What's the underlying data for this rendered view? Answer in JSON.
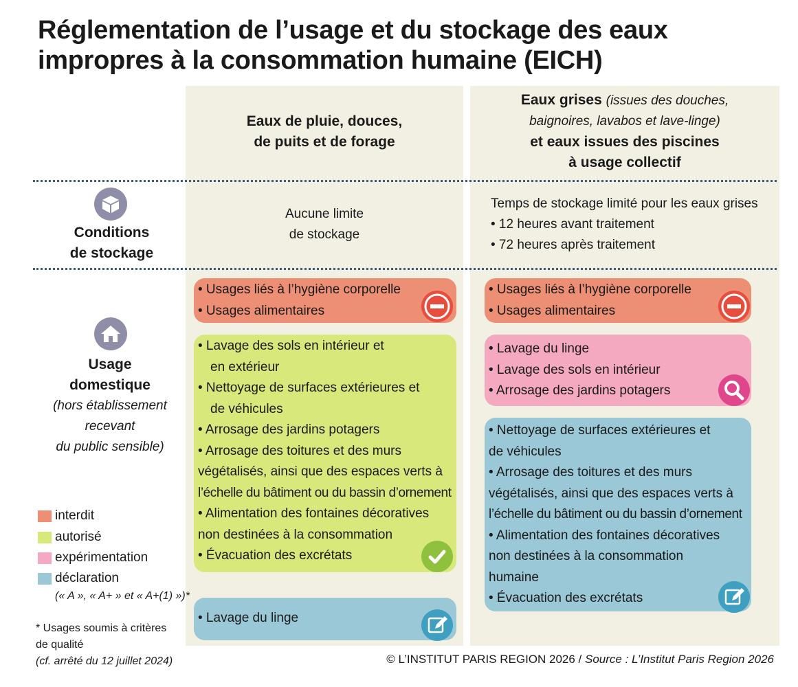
{
  "title": {
    "line1": "Réglementation de l’usage et du stockage des eaux",
    "line2": "impropres à la consommation humaine (EICH)"
  },
  "columns": {
    "col1": {
      "line1": "Eaux de pluie, douces,",
      "line2": "de puits et de forage"
    },
    "col2": {
      "bold1": "Eaux grises",
      "italic1": "(issues des douches,",
      "italic2": "baignoires, lavabos et lave-linge)",
      "bold2": "et eaux issues des piscines",
      "bold3": "à usage collectif"
    }
  },
  "rows": {
    "storage": {
      "icon": "box-icon",
      "label_line1": "Conditions",
      "label_line2": "de stockage",
      "col1_line1": "Aucune limite",
      "col1_line2": "de stockage",
      "col2_intro": "Temps de stockage limité pour les eaux grises",
      "col2_items": [
        "• 12 heures avant traitement",
        "• 72 heures après traitement"
      ]
    },
    "domestic": {
      "icon": "house-icon",
      "label_line1": "Usage",
      "label_line2": "domestique",
      "sub1": "(hors établissement",
      "sub2": "recevant",
      "sub3": "du public sensible)"
    }
  },
  "boxes": {
    "col1_red": [
      "• Usages liés à l’hygiène corporelle",
      "• Usages alimentaires"
    ],
    "col1_green": [
      "• Lavage des sols en intérieur et",
      "en extérieur",
      "• Nettoyage de surfaces extérieures et",
      "de véhicules",
      "• Arrosage des jardins potagers",
      "• Arrosage des toitures et des murs",
      "végétalisés, ainsi que des espaces verts à",
      "l’échelle du bâtiment ou du bassin d’ornement",
      "• Alimentation des fontaines décoratives",
      "non destinées à la consommation",
      "• Évacuation des excrétats"
    ],
    "col1_blue": [
      "• Lavage du linge"
    ],
    "col2_red": [
      "• Usages liés à l’hygiène corporelle",
      "• Usages alimentaires"
    ],
    "col2_pink": [
      "• Lavage du linge",
      "• Lavage des sols en intérieur",
      "• Arrosage des jardins potagers"
    ],
    "col2_blue": [
      "• Nettoyage de surfaces extérieures et",
      "de véhicules",
      "• Arrosage des toitures et des murs",
      "végétalisés, ainsi que des espaces verts à",
      "l’échelle du bâtiment ou du bassin d’ornement",
      "• Alimentation des fontaines décoratives",
      "non destinées à la consommation",
      "humaine",
      "• Évacuation des excrétats"
    ]
  },
  "legend": {
    "interdit": "interdit",
    "autorise": "autorisé",
    "experimentation": "expérimentation",
    "declaration": "déclaration",
    "declaration_sub": "(« A », « A+ » et « A+(1) »)*"
  },
  "note": {
    "line1": "* Usages soumis à critères",
    "line2": "de qualité",
    "line3": "(cf. arrêté du 12 juillet 2024)"
  },
  "credit": {
    "prefix": "© L’INSTITUT PARIS REGION 2026 / ",
    "source": "Source : L’Institut Paris Region 2026"
  },
  "colors": {
    "interdit": "#ec8f74",
    "autorise": "#d9e87a",
    "experimentation": "#f4a9c1",
    "declaration": "#9ac8d6",
    "column_bg": "#f1f0e3",
    "separator": "#3d5a7a",
    "icon_grey": "#8e8ea8"
  },
  "icons": [
    "box-icon",
    "house-icon",
    "forbidden-icon",
    "check-icon",
    "magnifier-icon",
    "edit-icon"
  ]
}
